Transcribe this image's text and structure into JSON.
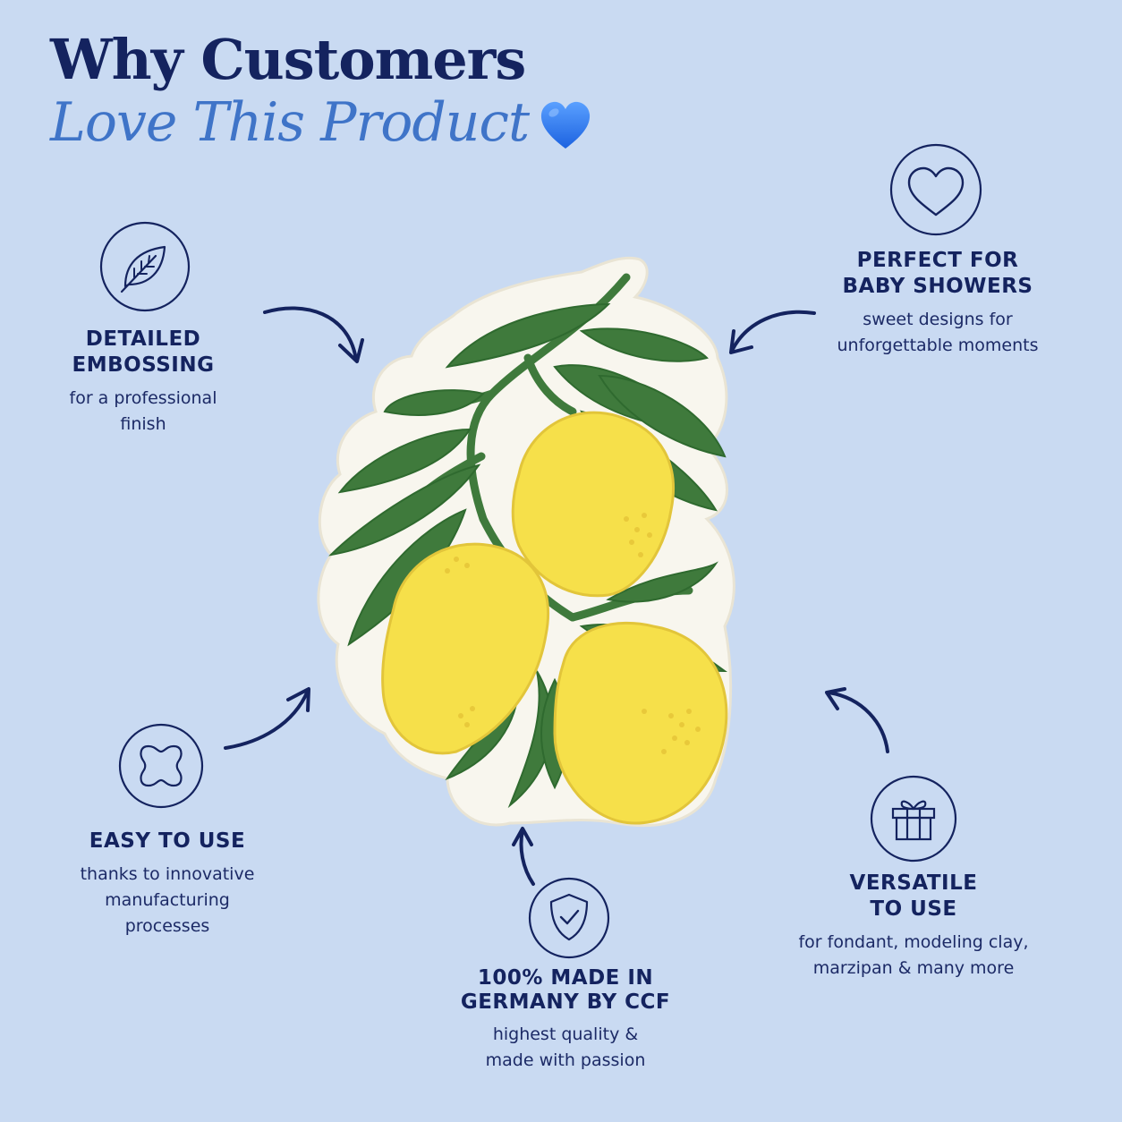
{
  "header": {
    "line1": "Why Customers",
    "line2": "Love This Product",
    "emoji_icon": "blue-heart-icon",
    "accent_color": "#3f74c8",
    "emoji_color": "#2f7bf0"
  },
  "colors": {
    "background": "#c9daf2",
    "navy": "#14235f",
    "leaf_green": "#3f7a3c",
    "lemon_yellow": "#f6e04a",
    "plate": "#f8f6ee"
  },
  "features": [
    {
      "id": "embossing",
      "icon": "leaf-icon",
      "title_line1": "DETAILED",
      "title_line2": "EMBOSSING",
      "desc_line1": "for a professional",
      "desc_line2": "finish",
      "desc_line3": ""
    },
    {
      "id": "baby",
      "icon": "heart-icon",
      "title_line1": "PERFECT FOR",
      "title_line2": "BABY SHOWERS",
      "desc_line1": "sweet designs for",
      "desc_line2": "unforgettable moments",
      "desc_line3": ""
    },
    {
      "id": "easy",
      "icon": "clover-shape-icon",
      "title_line1": "EASY TO USE",
      "title_line2": "",
      "desc_line1": "thanks to innovative",
      "desc_line2": "manufacturing",
      "desc_line3": "processes"
    },
    {
      "id": "germany",
      "icon": "shield-check-icon",
      "title_line1": "100% MADE IN",
      "title_line2": "GERMANY BY CCF",
      "desc_line1": "highest quality &",
      "desc_line2": "made with passion",
      "desc_line3": ""
    },
    {
      "id": "versatile",
      "icon": "gift-icon",
      "title_line1": "VERSATILE",
      "title_line2": "TO USE",
      "desc_line1": "for fondant, modeling clay,",
      "desc_line2": "marzipan & many more",
      "desc_line3": ""
    }
  ],
  "product": {
    "image": "lemon-branch-embosser-icon"
  }
}
